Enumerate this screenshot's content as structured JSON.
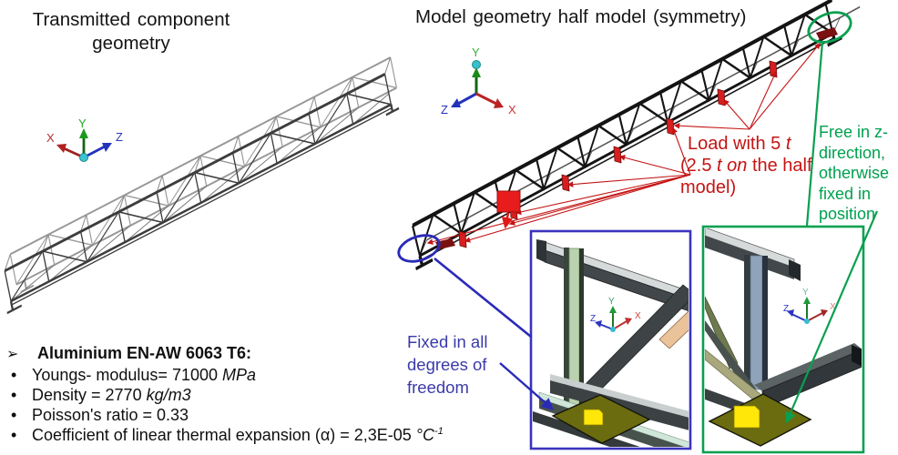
{
  "slide": {
    "left_title_line1": "Transmitted component",
    "left_title_line2": "geometry",
    "right_title": "Model geometry half model (symmetry)"
  },
  "axes": {
    "x": "X",
    "y": "Y",
    "z": "Z"
  },
  "annotations": {
    "load_note": {
      "line1_pre": "Load with 5 ",
      "line1_em": "t",
      "line2_pre": "(2.5 ",
      "line2_em": "t on",
      "line2_post": " the half",
      "line3": "model)"
    },
    "free_note": {
      "lines": [
        "Free in z-",
        "direction,",
        "otherwise",
        "fixed in",
        "position"
      ]
    },
    "fixed_note": {
      "lines": [
        "Fixed in all",
        "degrees of",
        "freedom"
      ]
    }
  },
  "material": {
    "header_bullet": "➢",
    "header": "Aluminium EN-AW 6063 T6:",
    "item_bullet": "•",
    "items": [
      {
        "pre": "Youngs- modulus= 71000 ",
        "em": "MPa",
        "sup": ""
      },
      {
        "pre": "Density = 2770 ",
        "em": "kg/m3",
        "sup": ""
      },
      {
        "pre": "Poisson's ratio = 0.33",
        "em": "",
        "sup": ""
      },
      {
        "pre": "Coefficient of linear thermal expansion (α) = 2,3E-05 ",
        "em": "°C",
        "sup": "-1"
      }
    ]
  },
  "colors": {
    "load_red": "#c41414",
    "free_green": "#00a04f",
    "fixed_blue": "#3a3aaa",
    "box_blue": "#3a34bd",
    "box_green": "#0aa050",
    "axis_x_red": "#b22222",
    "axis_y_green": "#22a022",
    "axis_z_blue": "#2233bb",
    "plate_olive": "#6b6b10",
    "tag_yellow": "#ffe70a"
  }
}
